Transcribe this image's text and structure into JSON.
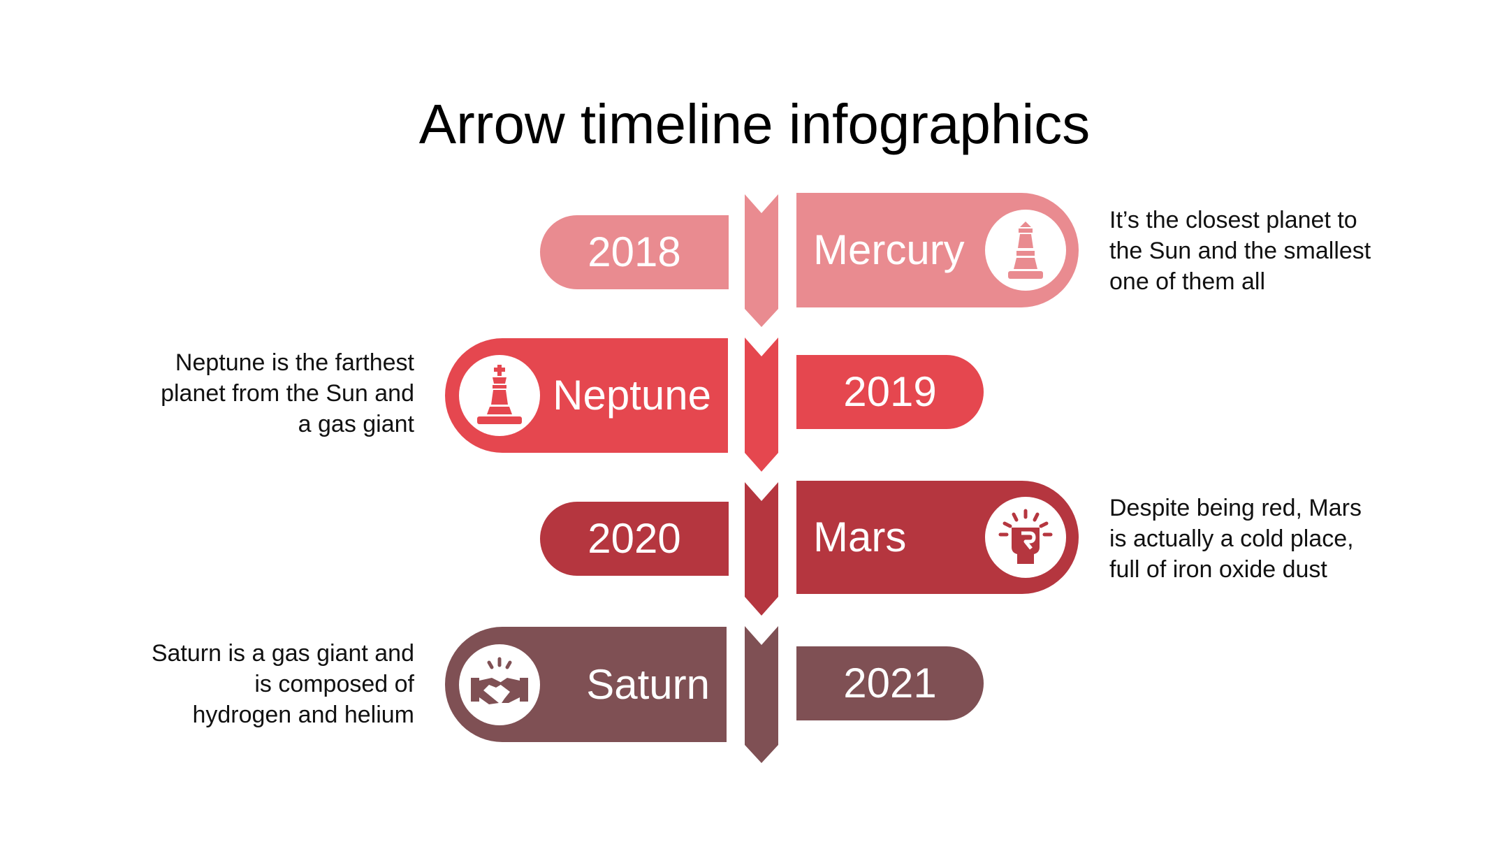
{
  "title": "Arrow timeline infographics",
  "colors": {
    "mercury": "#e98b90",
    "neptune": "#e5474f",
    "mars": "#b5363f",
    "saturn": "#7f5054"
  },
  "items": [
    {
      "year": "2018",
      "name": "Mercury",
      "icon": "chess-pawn-icon",
      "description": "It’s the closest planet to\nthe Sun and the smallest\none of them all"
    },
    {
      "year": "2019",
      "name": "Neptune",
      "icon": "chess-king-icon",
      "description": "Neptune is the farthest\nplanet from the Sun and\na gas giant"
    },
    {
      "year": "2020",
      "name": "Mars",
      "icon": "raised-fist-icon",
      "description": "Despite being red, Mars\nis actually a cold place,\nfull of iron oxide dust"
    },
    {
      "year": "2021",
      "name": "Saturn",
      "icon": "handshake-icon",
      "description": "Saturn is a gas giant and\nis composed of\nhydrogen and helium"
    }
  ]
}
